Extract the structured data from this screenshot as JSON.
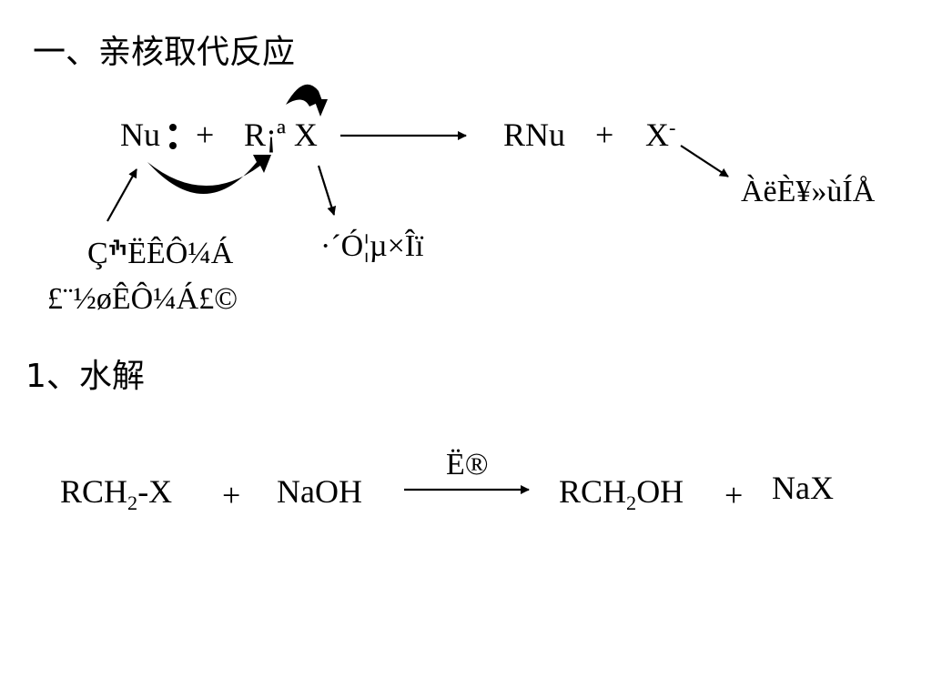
{
  "heading": "一、亲核取代反应",
  "mechanism": {
    "nucleophile": "Nu",
    "plus1": "+",
    "substrate": "R¡ª X",
    "product": "RNu",
    "plus2": "+",
    "leaving_group": "X",
    "leaving_charge": "-",
    "label_nucleophile_line1": "ÇׯËÊÔ¼Á",
    "label_nucleophile_line2": "£¨½øÊÔ¼Á£©",
    "label_substrate": "·´Ó¦µ×Îï",
    "label_leaving_group": "ÀëÈ¥»ùÍÅ"
  },
  "section1": {
    "title": "1、水解",
    "reactant1_prefix": "RCH",
    "reactant1_sub": "2",
    "reactant1_suffix": "-X",
    "plus1": "+",
    "reactant2": "NaOH",
    "arrow_label": "Ë®",
    "product1_prefix": "RCH",
    "product1_sub": "2",
    "product1_suffix": "OH",
    "plus2": "+",
    "product2": "NaX"
  }
}
